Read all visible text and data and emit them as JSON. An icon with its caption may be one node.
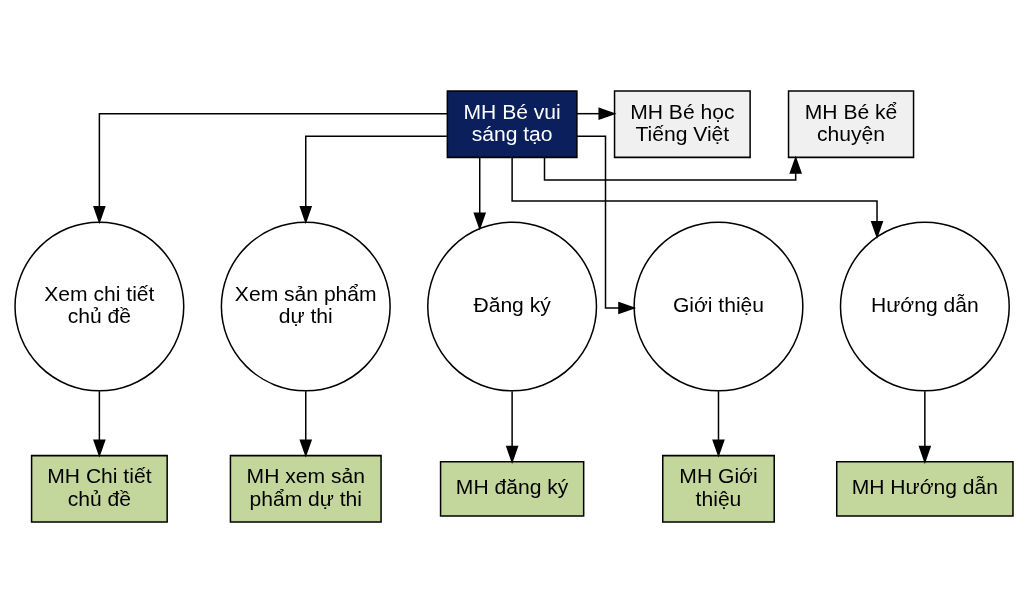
{
  "diagram": {
    "nodes": [
      {
        "text": [
          "MH Bé vui sáng tạo"
        ]
      },
      {
        "text": [
          "MH Bé kể chuyện"
        ]
      },
      {
        "text": [
          "MH Bé học Tiếng Việt"
        ]
      },
      {
        "text": [
          "Xem chi tiết chủ đề"
        ]
      },
      {
        "text": [
          "Xem sản phẩm dự thi"
        ]
      },
      {
        "text": [
          "Đăng ký"
        ]
      },
      {
        "text": [
          "Giới thiệu"
        ]
      },
      {
        "text": [
          "Hướng dẫn"
        ]
      },
      {
        "text": [
          "MH Chi tiết chủ đề"
        ]
      },
      {
        "text": [
          "MH xem sản phẩm dự thi"
        ]
      },
      {
        "text": [
          "MH đăng ký"
        ]
      },
      {
        "text": [
          "MH Giới thiệu"
        ]
      },
      {
        "text": [
          "MH Hướng dẫn"
        ]
      }
    ],
    "edges": [
      {
        "from": 0,
        "to": 1,
        "arrow": "to"
      },
      {
        "from": 0,
        "to": 2,
        "arrow": "to"
      },
      {
        "from": 0,
        "to": 3,
        "arrow": "to"
      },
      {
        "from": 0,
        "to": 4,
        "arrow": "to"
      },
      {
        "from": 0,
        "to": 5,
        "arrow": "to"
      },
      {
        "from": 0,
        "to": 6,
        "arrow": "to"
      },
      {
        "from": 0,
        "to": 7,
        "arrow": "to"
      },
      {
        "from": 3,
        "to": 8,
        "arrow": "to"
      },
      {
        "from": 4,
        "to": 9,
        "arrow": "to"
      },
      {
        "from": 5,
        "to": 10,
        "arrow": "to"
      },
      {
        "from": 6,
        "to": 11,
        "arrow": "to"
      },
      {
        "from": 7,
        "to": 12,
        "arrow": "to"
      }
    ]
  }
}
